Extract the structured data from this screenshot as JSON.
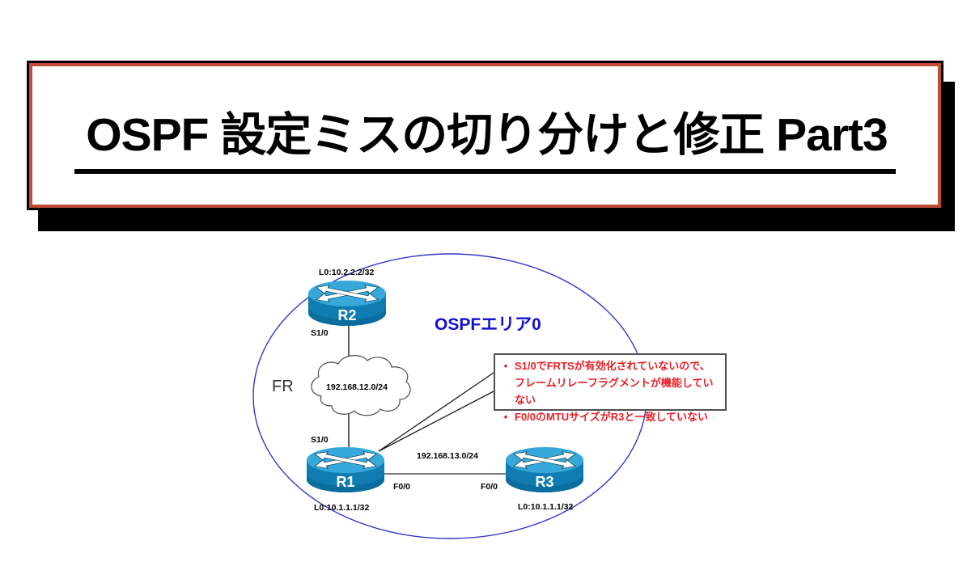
{
  "title": {
    "text": "OSPF 設定ミスの切り分けと修正 Part3"
  },
  "diagram": {
    "area_label": "OSPFエリア0",
    "fr_label": "FR",
    "cloud_subnet": "192.168.12.0/24",
    "link_subnet": "192.168.13.0/24",
    "routers": [
      {
        "name": "R2",
        "loopback": "L0:10.2.2.2/32",
        "serial_if": "S1/0"
      },
      {
        "name": "R1",
        "loopback": "L0:10.1.1.1/32",
        "serial_if": "S1/0",
        "fast_if": "F0/0"
      },
      {
        "name": "R3",
        "loopback": "L0:10.1.1.1/32",
        "fast_if": "F0/0"
      }
    ],
    "callout": {
      "bullet_icon": "•",
      "items": [
        "S1/0でFRTSが有効化されていないので、フレームリレーフラグメントが機能していない",
        "F0/0のMTUサイズがR3と一致していない"
      ]
    }
  },
  "colors": {
    "banner_border_accent": "#c14b38",
    "banner_shadow": "#000000",
    "area_ellipse_stroke": "#3535c8",
    "area_label_blue": "#1212cc",
    "callout_text_red": "#e81f25",
    "callout_border_gray": "#4f4f4f",
    "router_top_blue": "#36a9da",
    "router_body_blue": "#0f7db2",
    "link_line_gray": "#7a7a7a",
    "serial_line_gray": "#4d4d4d"
  }
}
